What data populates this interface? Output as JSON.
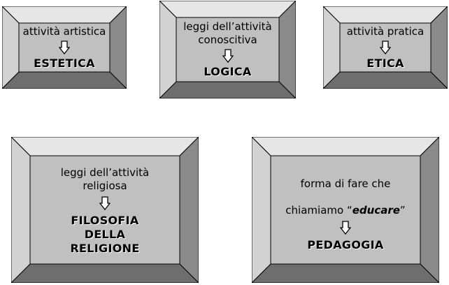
{
  "boxes": [
    {
      "id": "estetica",
      "description": "attività artistica",
      "result": "ESTETICA"
    },
    {
      "id": "logica",
      "description": "leggi dell’attività\nconoscitiva",
      "result": "LOGICA"
    },
    {
      "id": "etica",
      "description": "attività pratica",
      "result": "ETICA"
    },
    {
      "id": "filosofia-religione",
      "description": "leggi dell’attività\nreligiosa",
      "result": "FILOSOFIA\nDELLA\nRELIGIONE"
    },
    {
      "id": "pedagogia",
      "description_line1": "forma di fare che",
      "description_line2_prefix": "chiamiamo “",
      "description_emphasis": "educare",
      "description_line2_suffix": "”",
      "result": "PEDAGOGIA"
    }
  ],
  "colors": {
    "face": "#c0c0c0",
    "bevel_top": "#e6e6e6",
    "bevel_left": "#d2d2d2",
    "bevel_right": "#8a8a8a",
    "bevel_bottom": "#6e6e6e",
    "outline": "#000000"
  },
  "icons": {
    "arrow": "down-arrow-icon"
  }
}
